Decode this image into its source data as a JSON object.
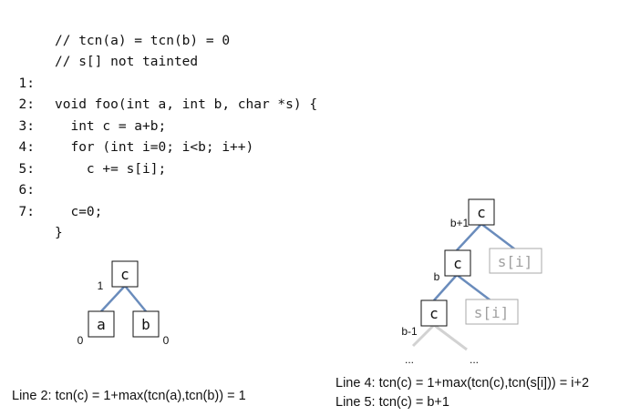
{
  "code": {
    "comments": [
      "// tcn(a) = tcn(b) = 0",
      "// s[] not tainted"
    ],
    "lines": [
      {
        "num": "1:",
        "text": "void foo(int a, int b, char *s) {"
      },
      {
        "num": "2:",
        "text": "  int c = a+b;"
      },
      {
        "num": "3:",
        "text": "  for (int i=0; i<b; i++)"
      },
      {
        "num": "4:",
        "text": "    c += s[i];"
      },
      {
        "num": "5:",
        "text": ""
      },
      {
        "num": "6:",
        "text": "  c=0;"
      },
      {
        "num": "7:",
        "text": "}"
      }
    ]
  },
  "tree_left": {
    "root": {
      "label": "c",
      "value": "1"
    },
    "left": {
      "label": "a",
      "value": "0"
    },
    "right": {
      "label": "b",
      "value": "0"
    }
  },
  "tree_right": {
    "level1": {
      "label": "c",
      "value": "b+1",
      "sibling": "s[i]"
    },
    "level2": {
      "label": "c",
      "value": "b",
      "sibling": "s[i]"
    },
    "level3": {
      "label": "c",
      "value": "b-1"
    },
    "ellipsis_left": "...",
    "ellipsis_right": "..."
  },
  "captions": {
    "left": "Line 2: tcn(c) = 1+max(tcn(a),tcn(b)) = 1",
    "right_1": "Line 4: tcn(c) = 1+max(tcn(c),tcn(s[i])) = i+2",
    "right_2": "Line 5: tcn(c) = b+1"
  }
}
